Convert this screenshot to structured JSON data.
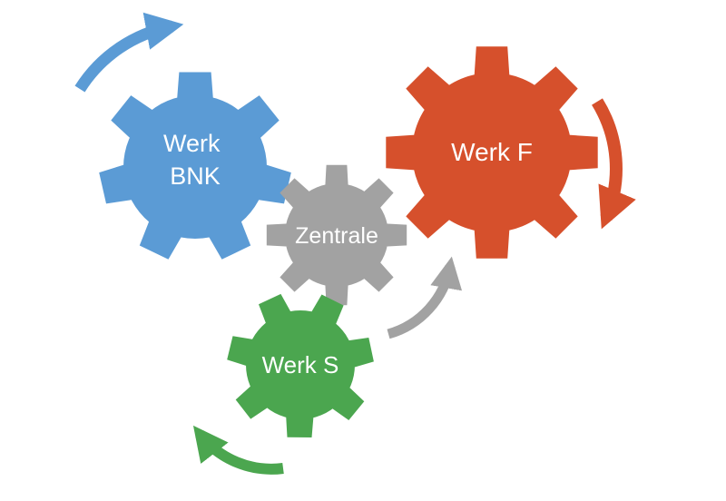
{
  "diagram": {
    "background_color": "#ffffff",
    "label_color": "#ffffff",
    "gears": [
      {
        "label": "Werk BNK",
        "label_lines": [
          "Werk",
          "BNK"
        ],
        "color": "#5B9BD5"
      },
      {
        "label": "Werk F",
        "label_lines": [
          "Werk F"
        ],
        "color": "#D6502C"
      },
      {
        "label": "Zentrale",
        "label_lines": [
          "Zentrale"
        ],
        "color": "#A2A2A2"
      },
      {
        "label": "Werk S",
        "label_lines": [
          "Werk S"
        ],
        "color": "#4BA64F"
      }
    ],
    "arrows": [
      {
        "name": "werk-bnk-rotation-arrow",
        "color": "#5B9BD5"
      },
      {
        "name": "werk-f-rotation-arrow",
        "color": "#D6502C"
      },
      {
        "name": "zentrale-rotation-arrow",
        "color": "#A2A2A2"
      },
      {
        "name": "werk-s-rotation-arrow",
        "color": "#4BA64F"
      }
    ]
  }
}
